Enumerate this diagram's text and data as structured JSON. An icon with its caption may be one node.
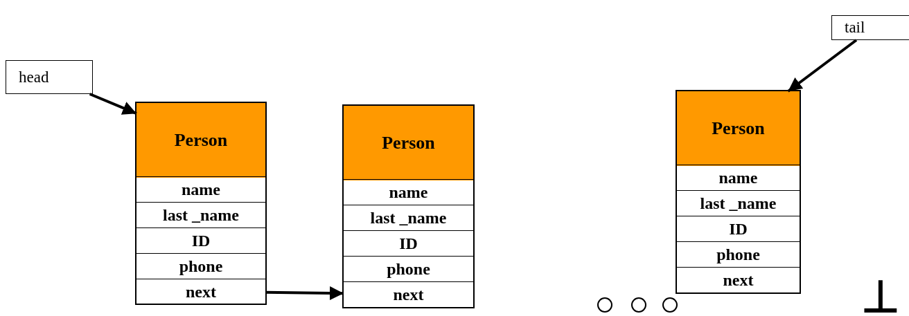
{
  "diagram": {
    "nodes": [
      {
        "text": [
          "head"
        ]
      },
      {
        "text": [],
        "shape": "box"
      },
      {
        "text": [
          "Person"
        ],
        "in": 1
      },
      {
        "text": [
          "name"
        ],
        "in": 1
      },
      {
        "text": [
          "last _name"
        ],
        "in": 1
      },
      {
        "text": [
          "ID"
        ],
        "in": 1
      },
      {
        "text": [
          "phone"
        ],
        "in": 1
      },
      {
        "text": [
          "next"
        ],
        "in": 1
      },
      {
        "text": [],
        "shape": "box"
      },
      {
        "text": [
          "Person"
        ],
        "in": 8
      },
      {
        "text": [
          "name"
        ],
        "in": 8
      },
      {
        "text": [
          "last _name"
        ],
        "in": 8
      },
      {
        "text": [
          "ID"
        ],
        "in": 8
      },
      {
        "text": [
          "phone"
        ],
        "in": 8
      },
      {
        "text": [
          "next"
        ],
        "in": 8
      },
      {
        "text": [],
        "shape": "circle"
      },
      {
        "text": [],
        "shape": "circle"
      },
      {
        "text": [],
        "shape": "circle"
      },
      {
        "text": [
          "tail"
        ]
      },
      {
        "text": [],
        "shape": "box"
      },
      {
        "text": [
          "Person"
        ],
        "in": 19
      },
      {
        "text": [
          "name"
        ],
        "in": 19
      },
      {
        "text": [
          "last _name"
        ],
        "in": 19
      },
      {
        "text": [
          "ID"
        ],
        "in": 19
      },
      {
        "text": [
          "phone"
        ],
        "in": 19
      },
      {
        "text": [
          "next"
        ],
        "in": 19
      }
    ],
    "edges": [
      {
        "from": 0,
        "to": 2,
        "arrow": "to"
      },
      {
        "from": 7,
        "to": 14,
        "arrow": "to"
      },
      {
        "from": 18,
        "to": 20,
        "arrow": "to"
      }
    ],
    "labels": [
      "⊥"
    ]
  }
}
